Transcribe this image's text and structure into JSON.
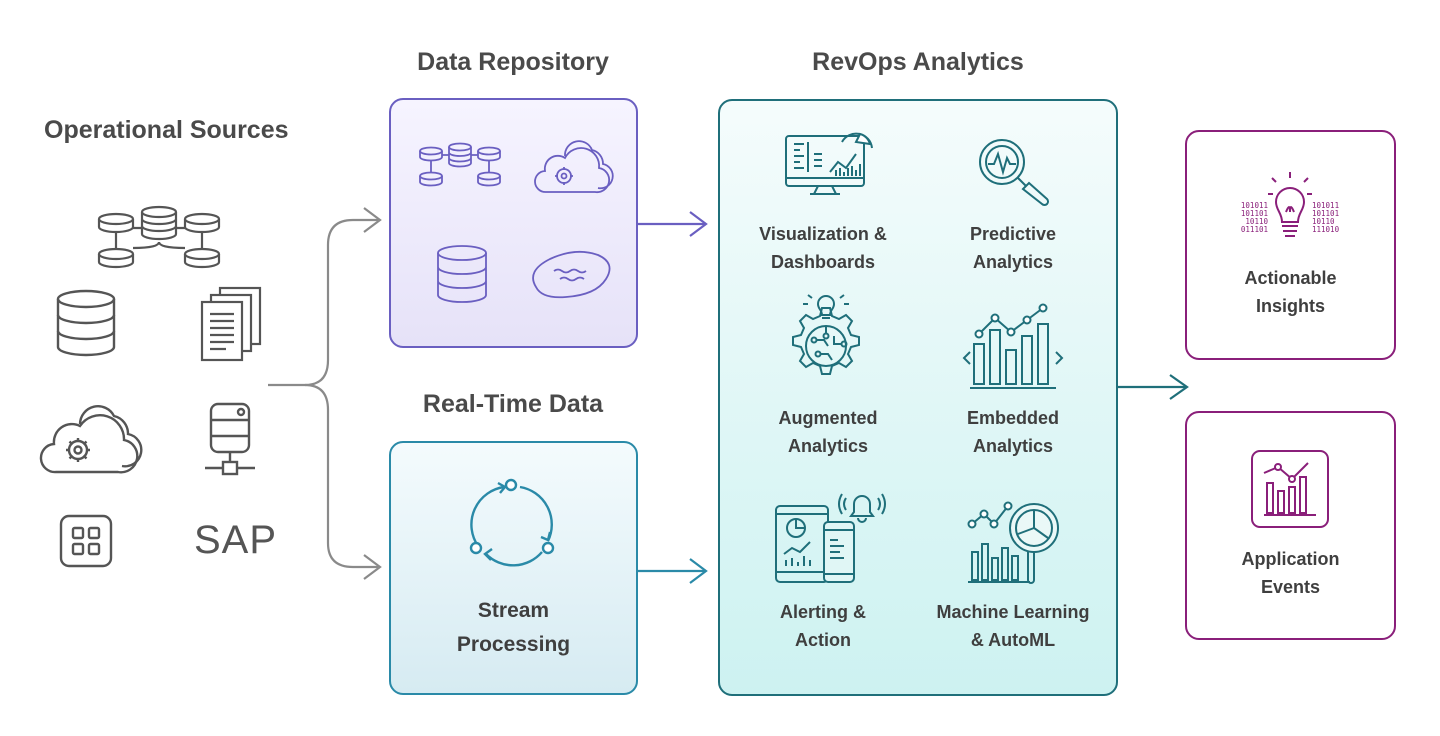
{
  "colors": {
    "gray": "#555555",
    "connector": "#8a8a8a",
    "purple": "#6a5fc1",
    "blue": "#2a8aa8",
    "teal": "#1f7a86",
    "magenta": "#8a1f7a",
    "text": "#444444"
  },
  "sources": {
    "title": "Operational Sources",
    "sap": "SAP",
    "icons": [
      "database-network-icon",
      "database-icon",
      "documents-icon",
      "cloud-gear-icon",
      "server-icon",
      "apps-grid-icon"
    ]
  },
  "repository": {
    "title": "Data Repository",
    "icons": [
      "database-network-icon",
      "cloud-gear-icon",
      "database-icon",
      "data-lake-icon"
    ]
  },
  "realtime": {
    "title": "Real-Time Data",
    "line1": "Stream",
    "line2": "Processing",
    "icon": "cycle-icon"
  },
  "analytics": {
    "title": "RevOps Analytics",
    "items": [
      {
        "line1": "Visualization &",
        "line2": "Dashboards",
        "icon": "dashboard-monitor-icon"
      },
      {
        "line1": "Predictive",
        "line2": "Analytics",
        "icon": "magnifier-chart-icon"
      },
      {
        "line1": "Augmented",
        "line2": "Analytics",
        "icon": "gear-bulb-icon"
      },
      {
        "line1": "Embedded",
        "line2": "Analytics",
        "icon": "bar-code-chart-icon"
      },
      {
        "line1": "Alerting &",
        "line2": "Action",
        "icon": "alert-devices-icon"
      },
      {
        "line1": "Machine Learning",
        "line2": "& AutoML",
        "icon": "ml-chart-icon"
      }
    ]
  },
  "outputs": [
    {
      "line1": "Actionable",
      "line2": "Insights",
      "icon": "binary-bulb-icon"
    },
    {
      "line1": "Application",
      "line2": "Events",
      "icon": "app-chart-icon"
    }
  ],
  "binary": {
    "left": [
      "101011",
      "101101",
      "10110",
      "011101"
    ],
    "right": [
      "101011",
      "101101",
      "10110",
      "111010"
    ]
  }
}
